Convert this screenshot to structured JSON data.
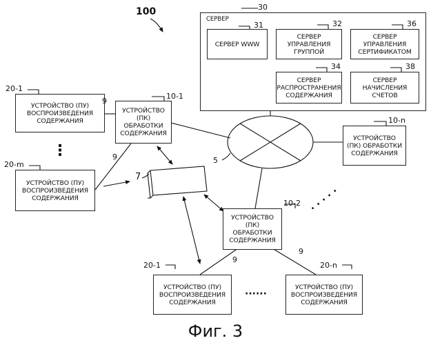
{
  "figure_number": "100",
  "caption": "Фиг. 3",
  "server_group": {
    "label": "СЕРВЕР",
    "ref": "30",
    "servers": [
      {
        "name": "СЕРВЕР WWW",
        "ref": "31"
      },
      {
        "name": "СЕРВЕР\nУПРАВЛЕНИЯ\nГРУППОЙ",
        "ref": "32"
      },
      {
        "name": "СЕРВЕР\nУПРАВЛЕНИЯ\nСЕРТИФИКАТОМ",
        "ref": "36"
      },
      {
        "name": "СЕРВЕР\nРАСПРОСТРАНЕНИЯ\nСОДЕРЖАНИЯ",
        "ref": "34"
      },
      {
        "name": "СЕРВЕР\nНАЧИСЛЕНИЯ\nСЧЕТОВ",
        "ref": "38"
      }
    ]
  },
  "network_ref": "5",
  "storage_ref": "7",
  "link_ref": "9",
  "pc_devices": [
    {
      "name": "УСТРОЙСТВО\n(ПК)\nОБРАБОТКИ\nСОДЕРЖАНИЯ",
      "ref": "10-1"
    },
    {
      "name": "УСТРОЙСТВО\n(ПК) ОБРАБОТКИ\nСОДЕРЖАНИЯ",
      "ref": "10-n"
    },
    {
      "name": "УСТРОЙСТВО\n(ПК)\nОБРАБОТКИ\nСОДЕРЖАНИЯ",
      "ref": "10-2"
    }
  ],
  "pu_devices": [
    {
      "name": "УСТРОЙСТВО (ПУ)\nВОСПРОИЗВЕДЕНИЯ\nСОДЕРЖАНИЯ",
      "ref": "20-1"
    },
    {
      "name": "УСТРОЙСТВО (ПУ)\nВОСПРОИЗВЕДЕНИЯ\nСОДЕРЖАНИЯ",
      "ref": "20-m"
    },
    {
      "name": "УСТРОЙСТВО (ПУ)\nВОСПРОИЗВЕДЕНИЯ\nСОДЕРЖАНИЯ",
      "ref": "20-1"
    },
    {
      "name": "УСТРОЙСТВО (ПУ)\nВОСПРОИЗВЕДЕНИЯ\nСОДЕРЖАНИЯ",
      "ref": "20-n"
    }
  ],
  "ellipsis_vertical": "⋮",
  "ellipsis_horizontal": "······",
  "ellipsis_diagonal": "· · · · ·"
}
